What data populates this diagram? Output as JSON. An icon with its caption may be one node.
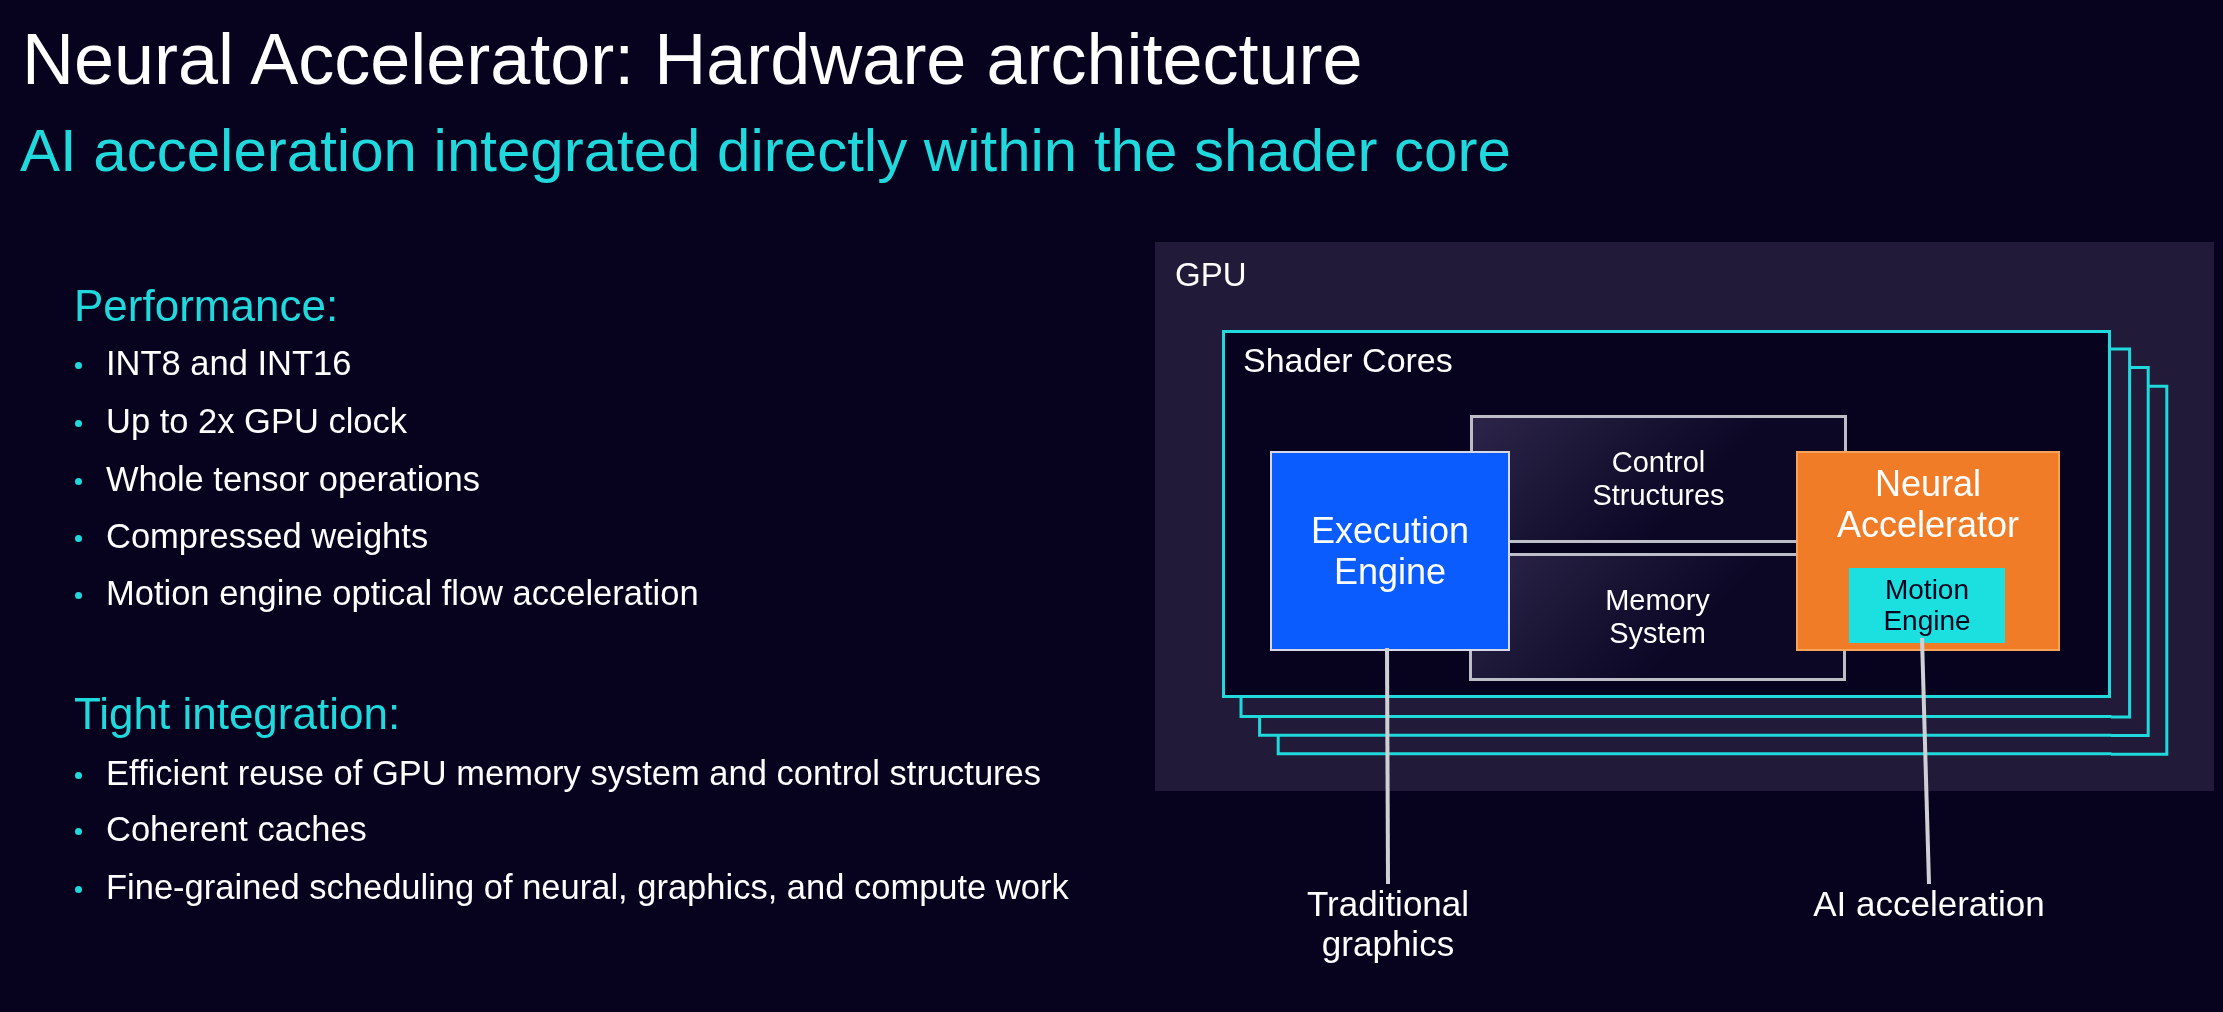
{
  "diagram": {
    "title": "Neural Accelerator: Hardware architecture",
    "nodes": [
      {
        "text": [
          "GPU"
        ]
      },
      {
        "text": [
          "Shader Cores"
        ],
        "in": 0
      },
      {
        "text": [
          "Execution Engine"
        ],
        "in": 1
      },
      {
        "text": [
          "Control Structures"
        ],
        "in": 1
      },
      {
        "text": [
          "Memory System"
        ],
        "in": 1
      },
      {
        "text": [
          "Neural Accelerator"
        ],
        "in": 1
      },
      {
        "text": [
          "Motion Engine"
        ],
        "in": 5
      },
      {
        "text": [
          "Traditional graphics"
        ]
      },
      {
        "text": [
          "AI acceleration"
        ]
      }
    ],
    "edges": [
      {
        "from": 7,
        "to": 2,
        "arrow": "none"
      },
      {
        "from": 8,
        "to": 6,
        "arrow": "none"
      }
    ],
    "labels": [
      "AI acceleration integrated directly within the shader core",
      "Performance:",
      "INT8 and INT16",
      "Up to 2x GPU clock",
      "Whole tensor operations",
      "Compressed weights",
      "Motion engine optical flow acceleration",
      "Tight integration:",
      "Efficient reuse of GPU memory system and control structures",
      "Coherent caches",
      "Fine-grained scheduling of neural, graphics, and compute work"
    ]
  }
}
